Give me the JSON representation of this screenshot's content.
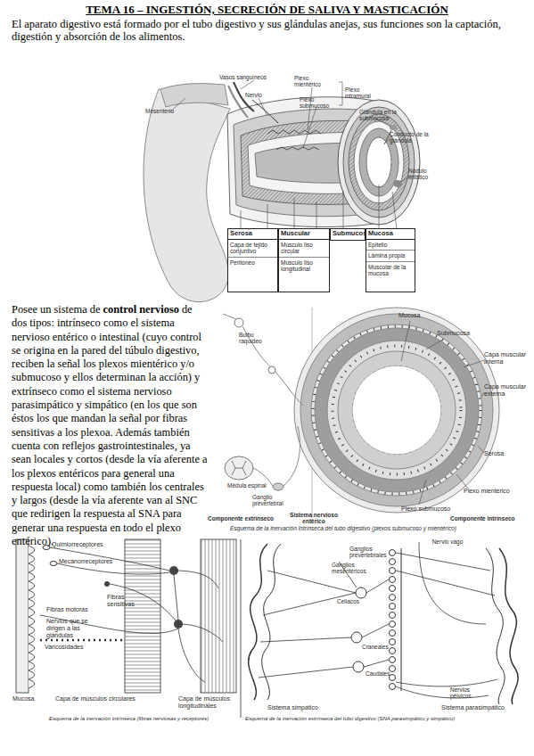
{
  "diagram": {
    "title": "TEMA 16 – INGESTIÓN, SECRECIÓN DE SALIVA Y MASTICACIÓN",
    "nodes": [
      {
        "text": [
          "Serosa",
          "Capa de tejido conjuntivo",
          "Peritoneo"
        ]
      },
      {
        "text": [
          "Muscular",
          "Músculo liso circular",
          "Músculo liso longitudinal"
        ]
      },
      {
        "text": [
          "Submucosa"
        ]
      },
      {
        "text": [
          "Mucosa",
          "Epitelio",
          "Lámina propia",
          "Muscular de la mucosa"
        ]
      }
    ],
    "labels": [
      "El aparato digestivo está formado por el tubo digestivo y sus glándulas anejas, sus funciones son la captación, digestión y absorción de los alimentos.",
      "Vasos sanguíneos",
      "Mesenterio",
      "Nervio",
      "Plexo mientérico",
      "Plexo submucoso",
      "Plexo intramural",
      "Glándula en la submucosa",
      "Conducto de la glándula",
      "Nódulo linfático",
      "Posee un sistema de",
      "control nervioso",
      "de dos tipos: intrínseco como el sistema nervioso entérico o intestinal (cuyo control se origina en la pared del túbulo digestivo, reciben la señal los plexos mientérico y/o submucoso y ellos determinan la acción) y extrínseco como el sistema nervioso parasimpático y simpático (en los que son éstos los que mandan la señal por fibras sensitivas a los plexoa. Además también cuenta con reflejos gastrointestinales, ya sean locales y cortos (desde la vía aferente a los plexos entéricos para general una respuesta local) como también los centrales y largos (desde la vía aferente van al SNC que redirigen la respuesta al SNA para generar una respuesta en todo el plexo entérico).",
      "Mucosa",
      "Submucosa",
      "Capa muscular interna",
      "Capa muscular externa",
      "Serosa",
      "Plexo mientérico",
      "Plexo submucoso",
      "Bulbo raquídeo",
      "Médula espinal",
      "Ganglio prevertebral",
      "Componente extrínseco",
      "Sistema nervioso entérico",
      "Componente intrínseco",
      "Esquema de la inervación intrínseca del tubo digestivo (plexos submucoso y mientérico)",
      "Quimiorreceptores",
      "Mecanorreceptores",
      "Fibras sensitivas",
      "Fibras motoras",
      "Nervios que se dirigen a las glándulas",
      "Varicosidades",
      "Mucosa",
      "Capa de músculos circulares",
      "Capa de músculos longitudinales",
      "Esquema de la inervación intrínseca (fibras nerviosas y receptores)",
      "Nervio vago",
      "Ganglios prevertebrales",
      "Ganglios mesentéricos",
      "Celiacos",
      "Craneales",
      "Caudales",
      "Sistema simpático",
      "Sistema parasimpático",
      "Nervios pélvicos",
      "Esquema de la inervación extrínseca del tubo digestivo (SNA parasimpático y simpático)"
    ]
  }
}
